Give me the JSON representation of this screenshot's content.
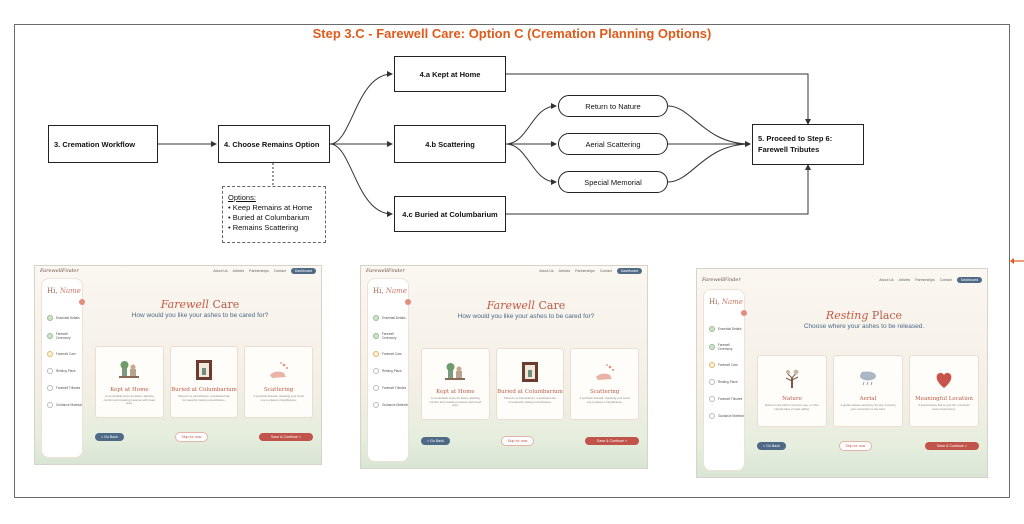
{
  "title": "Step 3.C - Farewell Care: Option C (Cremation Planning Options)",
  "nodes": {
    "cremation": "3. Cremation Workflow",
    "choose": "4.  Choose Remains Option",
    "kept": "4.a Kept at Home",
    "scattering": "4.b Scattering",
    "buried": "4.c Buried at Columbarium",
    "proceed": "5. Proceed to Step 6: Farewell Tributes",
    "return_nature": "Return to Nature",
    "aerial": "Aerial Scattering",
    "memorial": "Special Memorial"
  },
  "note": {
    "heading": "Options:",
    "items": [
      "Keep Remains at Home",
      "Buried at Columbarium",
      "Remains Scattering"
    ]
  },
  "mockup": {
    "brand": "FarewellFinder",
    "nav": [
      "About Us",
      "Articles",
      "Partnerships",
      "Contact"
    ],
    "dashboard": "Dashboard",
    "greeting": "Hi,",
    "greeting_name": "Name",
    "steps": [
      "Essential Details",
      "Farewell Ceremony",
      "Farewell Care",
      "Resting Place",
      "Farewell Tributes",
      "Guidance Material"
    ],
    "back": "< Go Back",
    "skip": "Skip for now",
    "save": "Save & Continue >",
    "care": {
      "heading_em": "Farewell",
      "heading_rest": " Care",
      "sub": "How would you like your ashes to be cared for?",
      "cards": [
        {
          "label": "Kept at Home",
          "desc": "A comfortable home for ashes, allowing comfort and a lasting presence with loved ones."
        },
        {
          "label": "Buried at Columbarium",
          "desc": "Placed in a columbarium, a dedicated site for peaceful, lasting remembrance."
        },
        {
          "label": "Scattering",
          "desc": "A symbolic farewell, releasing your loved one to places of significance."
        }
      ]
    },
    "resting": {
      "heading_em": "Resting",
      "heading_rest": " Place",
      "sub": "Choose where your ashes to be released.",
      "cards": [
        {
          "label": "Nature",
          "desc": "Return to the earth in a forest, sea, or other natural place of quiet calling."
        },
        {
          "label": "Aerial",
          "desc": "A gentle release carried by the sky, honoring your connection to the wind."
        },
        {
          "label": "Meaningful Location",
          "desc": "A special place tied to your life, memories and personal story."
        }
      ]
    }
  },
  "colors": {
    "title": "#e05a1a",
    "edge": "#333333",
    "accent": "#c0534a",
    "nav_blue": "#4f6a86"
  }
}
